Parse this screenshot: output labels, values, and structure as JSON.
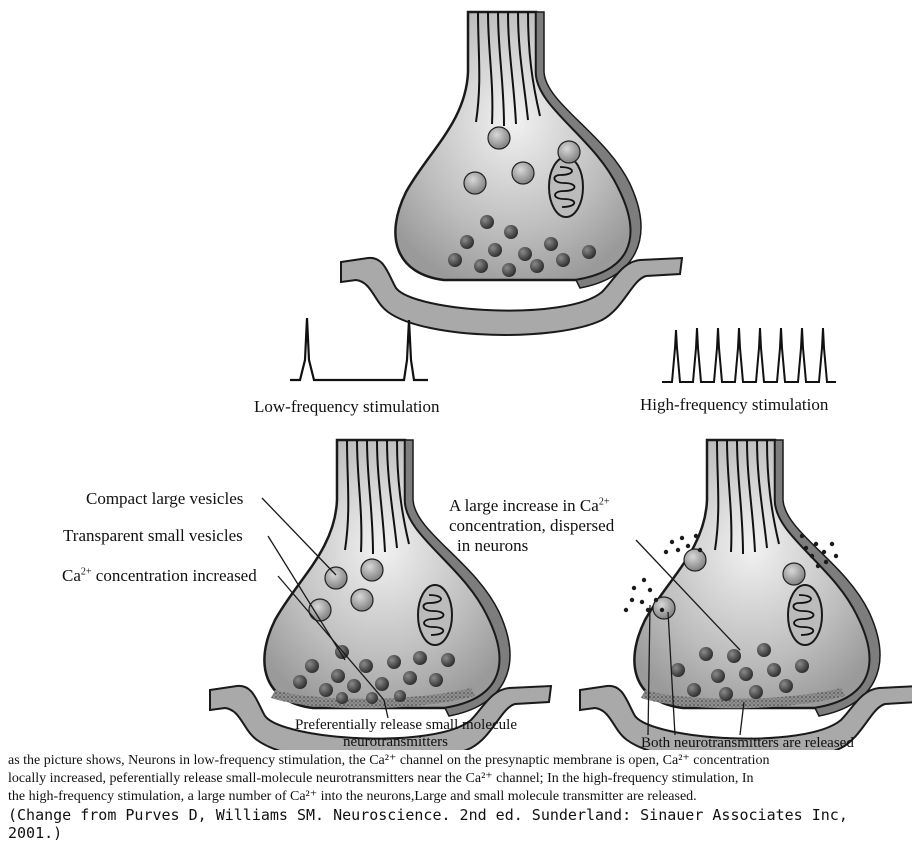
{
  "signals": {
    "low_label": "Low-frequency stimulation",
    "high_label": "High-frequency stimulation"
  },
  "annotations": {
    "compact_large_vesicles": "Compact large vesicles",
    "transparent_small_vesicles": "Transparent small vesicles",
    "ca_increased_prefix": "Ca",
    "ca_increased_charge": "2+",
    "ca_increased_suffix": " concentration increased",
    "large_increase_line1_prefix": "A large increase in ",
    "large_increase_line1_ca": "Ca",
    "large_increase_line1_charge": "2+",
    "large_increase_line2": "concentration, dispersed",
    "large_increase_line3": "in neurons",
    "release_small_line1": "Preferentially release small molecule",
    "release_small_line2": "neurotransmitters",
    "both_released": "Both neurotransmitters are released"
  },
  "caption": {
    "line1": "as the picture shows, Neurons in low-frequency stimulation, the Ca²⁺ channel on the presynaptic membrane is open, Ca²⁺ concentration",
    "line2": "locally increased, peferentially release small-molecule neurotransmitters near the Ca²⁺ channel; In the high-frequency stimulation, In",
    "line3": "the high-frequency stimulation, a large number of Ca²⁺ into the neurons,Large and small molecule transmitter are released.",
    "citation": "(Change from Purves D, Williams SM. Neuroscience. 2nd ed. Sunderland: Sinauer Associates Inc, 2001.)"
  },
  "colors": {
    "ink": "#1a1a1a",
    "membrane_gray": "#8f8f8f",
    "terminal_fill": "#cfcfcf",
    "large_vesicle": "#9a9a9a",
    "small_vesicle": "#4a4a4a"
  }
}
